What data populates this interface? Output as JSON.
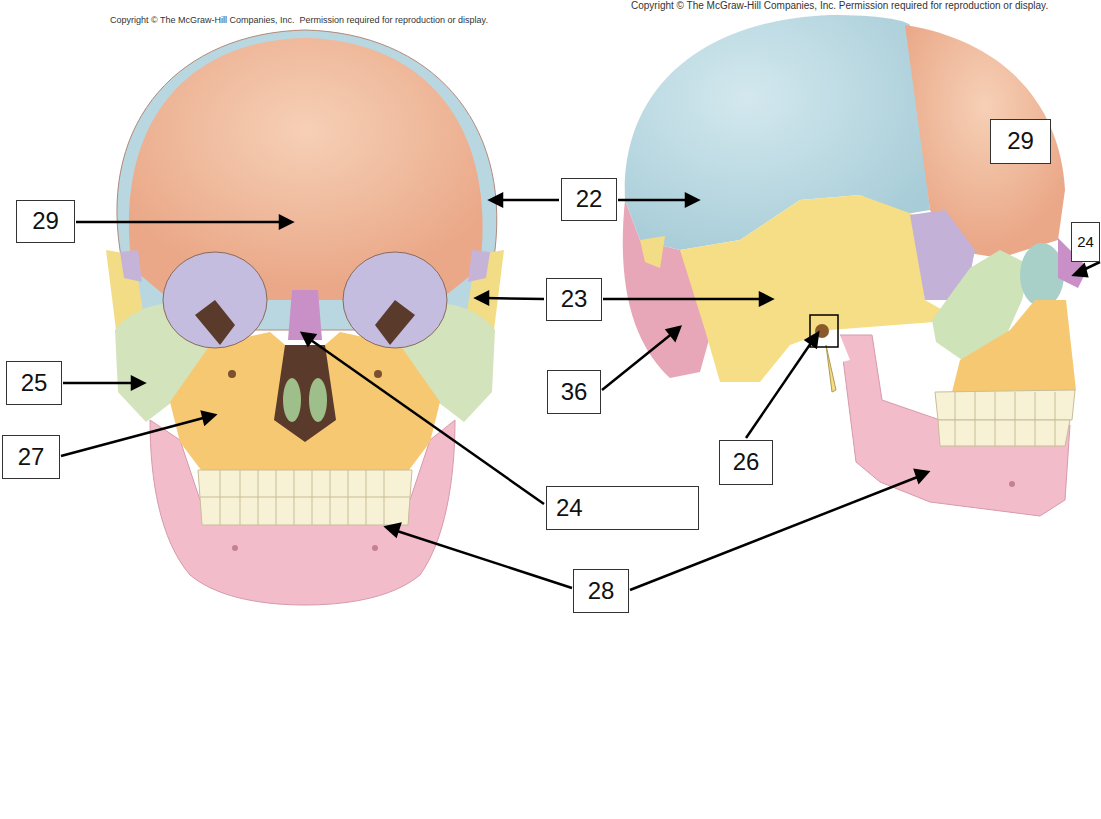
{
  "diagram": {
    "nodes": [
      {
        "text": [
          "29"
        ]
      },
      {
        "text": [
          "22"
        ]
      },
      {
        "text": [
          "29"
        ]
      },
      {
        "text": [
          "24"
        ]
      },
      {
        "text": [
          "23"
        ]
      },
      {
        "text": [
          "25"
        ]
      },
      {
        "text": [
          "36"
        ]
      },
      {
        "text": [
          "27"
        ]
      },
      {
        "text": [
          "26"
        ]
      },
      {
        "text": [
          "24"
        ]
      },
      {
        "text": [
          "28"
        ]
      }
    ],
    "labels": [
      "Copyright © The McGraw-Hill Companies, Inc.  Permission required for reproduction or display.",
      "Copyright © The McGraw-Hill Companies, Inc. Permission required for reproduction or display."
    ]
  }
}
